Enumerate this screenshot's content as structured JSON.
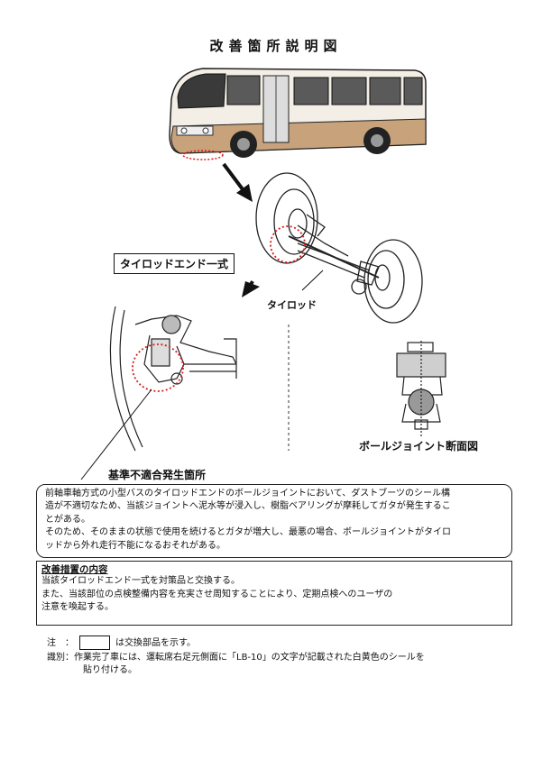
{
  "title": "改善箇所説明図",
  "labels": {
    "tie_rod_end_assembly": "タイロッドエンド一式",
    "tie_rod": "タイロッド",
    "ball_joint_section": "ボールジョイント断面図",
    "problem_location": "基準不適合発生箇所"
  },
  "problem_lines": [
    "前軸車軸方式の小型バスのタイロッドエンドのボールジョイントにおいて、ダストブーツのシール構",
    "造が不適切なため、当該ジョイントへ泥水等が浸入し、樹脂ベアリングが摩耗してガタが発生するこ",
    "とがある。",
    "そのため、そのままの状態で使用を続けるとガタが増大し、最悪の場合、ボールジョイントがタイロ",
    "ッドから外れ走行不能になるおそれがある。"
  ],
  "measures": {
    "title": "改善措置の内容",
    "lines": [
      "当該タイロッドエンド一式を対策品と交換する。",
      "また、当該部位の点検整備内容を充実させ周知することにより、定期点検へのユーザの",
      "注意を喚起する。"
    ]
  },
  "notes": {
    "note_label": "注　：",
    "note_text": "は交換部品を示す。",
    "id_label": "識別：",
    "id_line1": "作業完了車には、運転席右足元側面に「LB-10」の文字が記載された白黄色のシールを",
    "id_line2": "貼り付ける。"
  },
  "colors": {
    "highlight_circle": "#d42020",
    "ink": "#111111",
    "bus_body": "#f4efe6",
    "bus_skirt": "#c8a27a"
  }
}
